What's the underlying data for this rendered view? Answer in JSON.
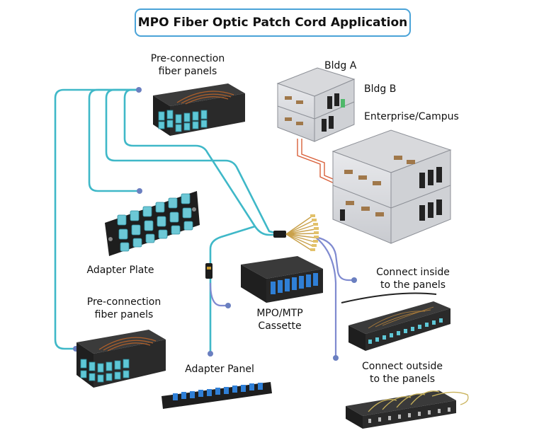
{
  "title": "MPO Fiber Optic Patch Cord Application",
  "labels": {
    "pre_connection_top_1": "Pre-connection",
    "pre_connection_top_2": "fiber panels",
    "adapter_plate": "Adapter Plate",
    "pre_connection_bottom_1": "Pre-connection",
    "pre_connection_bottom_2": "fiber panels",
    "mpo_cassette_1": "MPO/MTP",
    "mpo_cassette_2": "Cassette",
    "adapter_panel": "Adapter Panel",
    "bldg_a": "Bldg A",
    "bldg_b": "Bldg B",
    "enterprise": "Enterprise/Campus",
    "connect_inside_1": "Connect inside",
    "connect_inside_2": "to the panels",
    "connect_outside_1": "Connect outside",
    "connect_outside_2": "to the panels"
  },
  "colors": {
    "cable": "#3fb8c8",
    "node": "#6a7fc0",
    "violet_cable": "#7f8ad0",
    "red_link": "#d9603a",
    "title_border": "#4aa3d8",
    "adapter_blue": "#2f7fd6",
    "adapter_cyan": "#6cc8d6"
  }
}
